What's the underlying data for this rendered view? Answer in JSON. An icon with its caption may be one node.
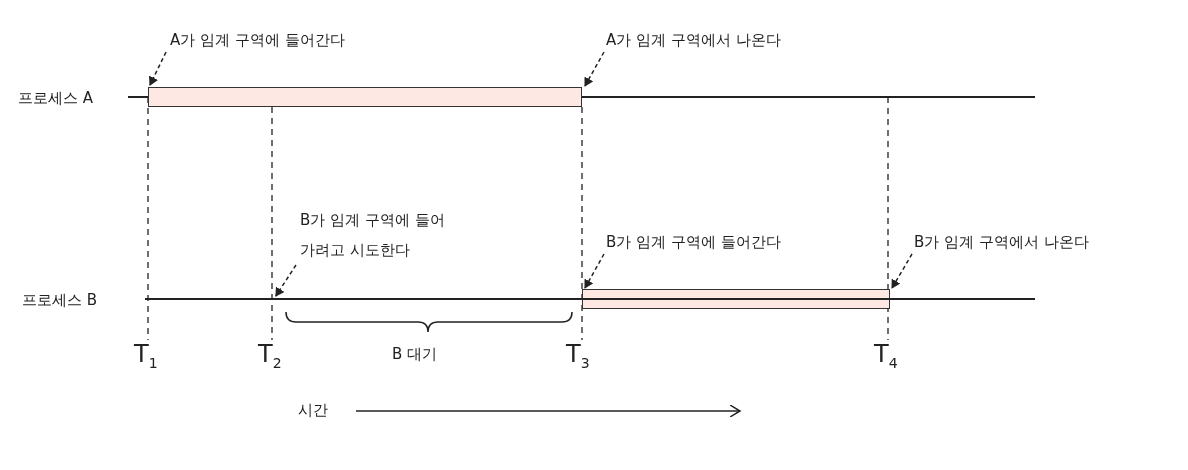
{
  "diagram": {
    "nodes": [
      {
        "text": [
          "A가 임계 구역에 들어간다"
        ]
      },
      {
        "text": [],
        "shape": "bar"
      },
      {
        "text": [
          "A가 임계 구역에서 나온다"
        ]
      },
      {
        "text": [
          "B가 임계 구역에 들어가려고 시도한다"
        ]
      },
      {
        "text": [
          "B가 임계 구역에 들어간다"
        ]
      },
      {
        "text": [],
        "shape": "bar"
      },
      {
        "text": [
          "B가 임계 구역에서 나온다"
        ]
      },
      {
        "text": [],
        "shape": "line"
      }
    ],
    "edges": [
      {
        "from": 0,
        "to": 1,
        "arrow": "to",
        "style": "dashed"
      },
      {
        "from": 2,
        "to": 1,
        "arrow": "to",
        "style": "dashed"
      },
      {
        "from": 3,
        "to": 7,
        "arrow": "to",
        "style": "dashed"
      },
      {
        "from": 4,
        "to": 5,
        "arrow": "to",
        "style": "dashed"
      },
      {
        "from": 6,
        "to": 5,
        "arrow": "to",
        "style": "dashed"
      }
    ],
    "labels": [
      "프로세스 A",
      "프로세스 B",
      "T$_{1}$",
      "T$_{2}$",
      "T$_{3}$",
      "T$_{4}$",
      "B 대기",
      "시간"
    ]
  }
}
